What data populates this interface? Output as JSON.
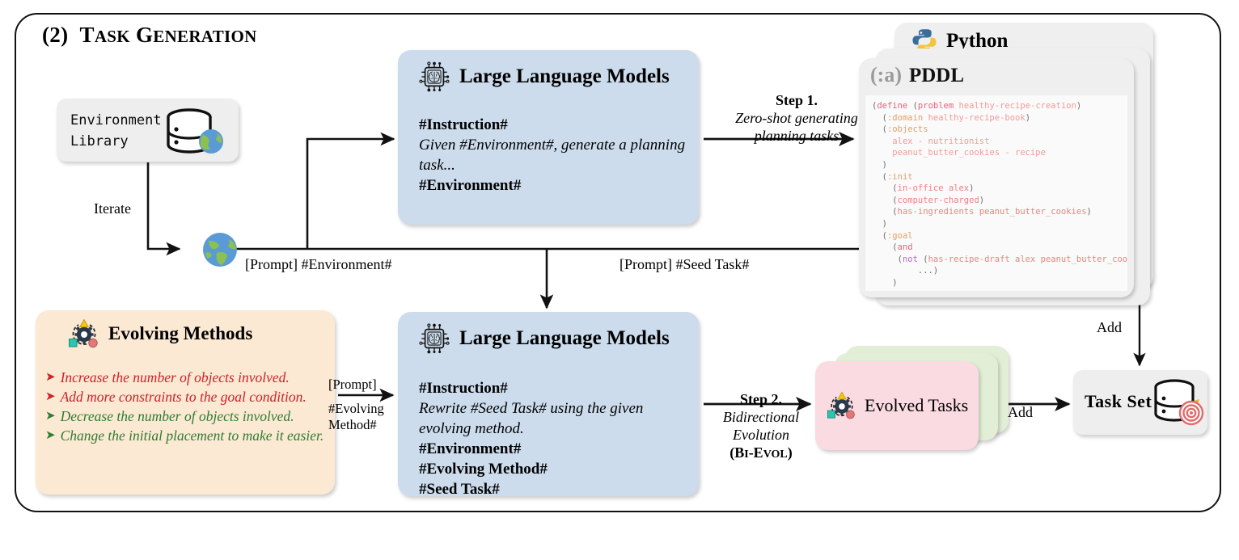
{
  "panel": {
    "number": "(2)",
    "title_main": "T",
    "title_rest": "ASK ",
    "title_main2": "G",
    "title_rest2": "ENERATION",
    "title_full": "(2) TASK GENERATION"
  },
  "env_library": {
    "label": "Environment\nLibrary",
    "icon": "database-globe-icon"
  },
  "llm_top": {
    "title": "Large Language Models",
    "icon": "brain-chip-icon",
    "instruction_header": "#Instruction#",
    "instruction_body": "Given #Environment#, generate a planning task...",
    "placeholder": "#Environment#"
  },
  "llm_bottom": {
    "title": "Large Language Models",
    "icon": "brain-chip-icon",
    "instruction_header": "#Instruction#",
    "instruction_body": "Rewrite #Seed Task# using the given evolving method.",
    "slot1": "#Environment#",
    "slot2": "#Evolving Method#",
    "slot3": "#Seed Task#"
  },
  "evolving_methods": {
    "title": "Evolving Methods",
    "icon": "evolution-gear-icon",
    "items": [
      {
        "text": "Increase the number of objects involved.",
        "color": "#cc2229"
      },
      {
        "text": "Add more constraints to the goal condition.",
        "color": "#cc2229"
      },
      {
        "text": "Decrease the number of objects involved.",
        "color": "#2e7d32"
      },
      {
        "text": "Change the initial placement to make it easier.",
        "color": "#2e7d32"
      }
    ],
    "bullet": "➤"
  },
  "python_card": {
    "label": "Python",
    "icon": "python-logo-icon"
  },
  "pddl_card": {
    "paren": "(:a)",
    "label": "PDDL",
    "code_lines": [
      "(define (problem healthy-recipe-creation)",
      "  (:domain healthy-recipe-book)",
      "  (:objects",
      "    alex - nutritionist",
      "    peanut_butter_cookies - recipe",
      "  )",
      "  (:init",
      "    (in-office alex)",
      "    (computer-charged)",
      "    (has-ingredients peanut_butter_cookies)",
      "  )",
      "  (:goal",
      "    (and",
      "     (not (has-recipe-draft alex peanut_butter_cookies))",
      "         ...)",
      "    )",
      ")"
    ]
  },
  "evolved_tasks": {
    "label": "Evolved Tasks",
    "icon": "evolution-gear-icon"
  },
  "task_set": {
    "label": "Task Set",
    "icon": "database-target-icon"
  },
  "labels": {
    "iterate": "Iterate",
    "prompt_environment": "[Prompt] #Environment#",
    "prompt_seed_task": "[Prompt] #Seed Task#",
    "step1_title": "Step 1.",
    "step1_sub1": "Zero-shot generating",
    "step1_sub2": "planning tasks",
    "step2_title": "Step 2.",
    "step2_sub1": "Bidirectional",
    "step2_sub2": "Evolution",
    "step2_sub3": "(BI-EVOL)",
    "prompt_evolving_1": "[Prompt]",
    "prompt_evolving_2": "#Evolving",
    "prompt_evolving_3": "Method#",
    "add_right": "Add",
    "add_top": "Add"
  },
  "colors": {
    "blue_card": "#ccdcec",
    "peach_card": "#fbe9d3",
    "pink_card": "#fadbe1",
    "green_card": "#e2eed6",
    "grey_card": "#eeeeee",
    "red_text": "#cc2229",
    "green_text": "#2e7d32",
    "code_text": "#f08c8c",
    "python_blue": "#386e9f",
    "python_yellow": "#f2c53d",
    "globe_blue": "#5b9bd5",
    "globe_green": "#8cc152"
  }
}
